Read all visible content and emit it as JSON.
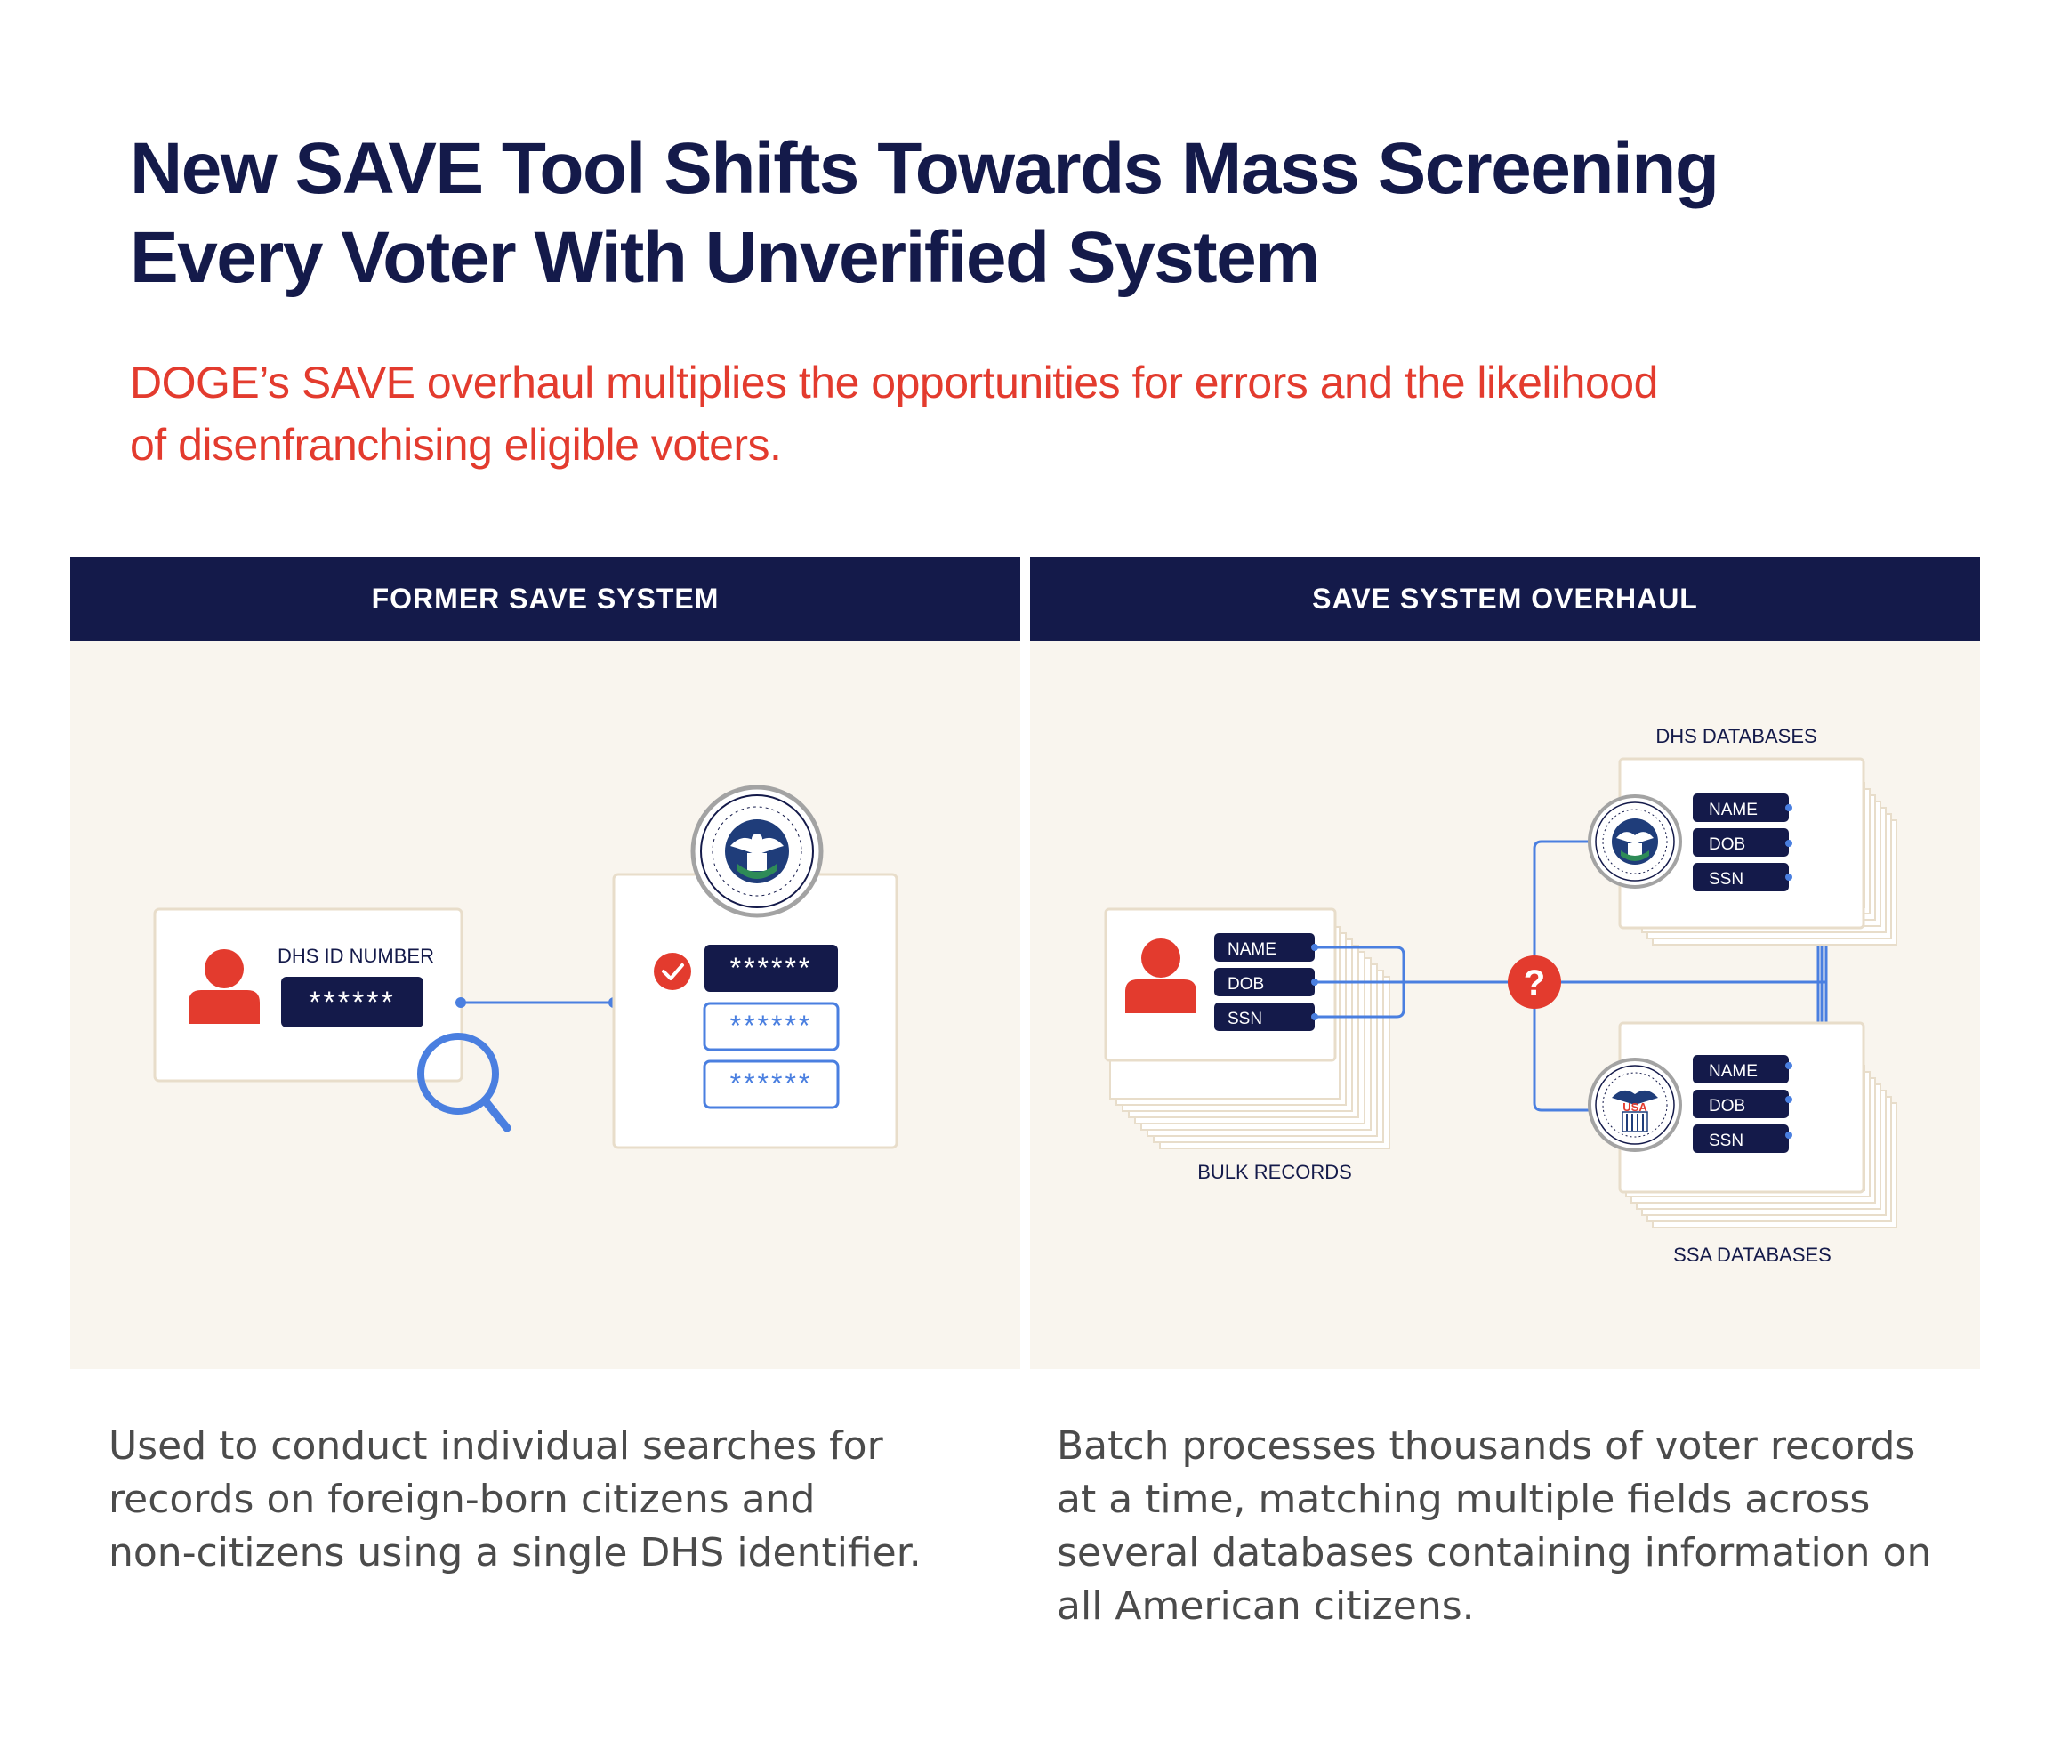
{
  "title": {
    "line1": "New SAVE Tool Shifts Towards Mass Screening",
    "line2": "Every Voter With Unverified System"
  },
  "subtitle": {
    "line1": "DOGE’s SAVE overhaul multiplies the opportunities for errors and the likelihood",
    "line2": "of disenfranchising eligible voters."
  },
  "left_panel": {
    "header": "FORMER SAVE SYSTEM",
    "id_label": "DHS ID NUMBER",
    "masked_value": "******",
    "results": [
      "******",
      "******",
      "******"
    ],
    "seal_icon": "dhs-seal-icon",
    "caption": {
      "line1": "Used to conduct individual searches for",
      "line2": "records on foreign-born citizens and",
      "line3": "non-citizens using a single DHS identifier."
    }
  },
  "right_panel": {
    "header": "SAVE SYSTEM OVERHAUL",
    "bulk_label": "BULK RECORDS",
    "dhs_label": "DHS DATABASES",
    "ssa_label": "SSA DATABASES",
    "bulk_fields": [
      "NAME",
      "DOB",
      "SSN"
    ],
    "dhs_fields": [
      "NAME",
      "DOB",
      "SSN"
    ],
    "ssa_fields": [
      "NAME",
      "DOB",
      "SSN"
    ],
    "question_mark": "?",
    "ssa_seal_text": "USA",
    "caption": {
      "line1": "Batch processes thousands of voter records",
      "line2": "at a time, matching multiple fields across",
      "line3": "several databases containing information on",
      "line4": "all American citizens."
    }
  },
  "colors": {
    "navy": "#141a4a",
    "red": "#e33b2e",
    "blue": "#4a7fe0",
    "panel": "#f9f5ee",
    "card_border": "#e8ddca"
  }
}
